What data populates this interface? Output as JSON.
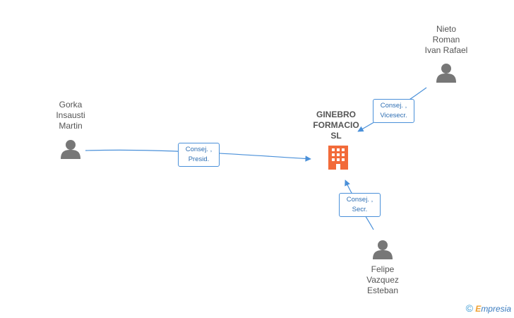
{
  "company": {
    "name": "GINEBRO\nFORMACIO\nSL",
    "color": "#f26b3a"
  },
  "persons": [
    {
      "id": "gorka",
      "name": "Gorka\nInsausti\nMartin"
    },
    {
      "id": "nieto",
      "name": "Nieto\nRoman\nIvan Rafael"
    },
    {
      "id": "felipe",
      "name": "Felipe\nVazquez\nEsteban"
    }
  ],
  "edges": [
    {
      "from": "gorka",
      "line1": "Consej. ,",
      "line2": "Presid."
    },
    {
      "from": "nieto",
      "line1": "Consej. ,",
      "line2": "Vicesecr."
    },
    {
      "from": "felipe",
      "line1": "Consej. ,",
      "line2": "Secr."
    }
  ],
  "watermark": {
    "symbol": "©",
    "brand_initial": "E",
    "brand_rest": "mpresia"
  },
  "colors": {
    "edge": "#4a90d9",
    "person": "#777777",
    "label_text": "#2f6fb3"
  }
}
